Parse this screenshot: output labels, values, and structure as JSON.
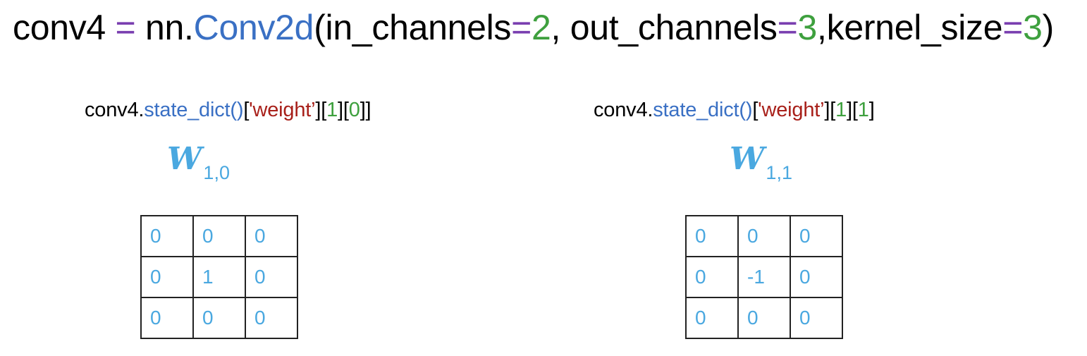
{
  "colors": {
    "text": "#000000",
    "operator": "#7a3fb0",
    "class_name": "#3a70c4",
    "number": "#3ea03e",
    "string": "#a8201a",
    "matrix_text": "#4aa8e0"
  },
  "headline": {
    "var": "conv4",
    "eq": "=",
    "module": "nn.",
    "class_name": "Conv2d",
    "open": "(",
    "arg1_name": "in_channels",
    "arg1_eq": "=",
    "arg1_val": "2",
    "sep1": ", ",
    "arg2_name": "out_channels",
    "arg2_eq": "=",
    "arg2_val": "3",
    "sep2": ",",
    "arg3_name": "kernel_size",
    "arg3_eq": "=",
    "arg3_val": "3",
    "close": ")"
  },
  "panels": [
    {
      "code": {
        "obj": "conv4.",
        "method": "state_dict",
        "call": "()",
        "lb1": "[",
        "key": "'weight’",
        "rb1": "]",
        "lb2": "[",
        "idx1": "1",
        "rb2": "]",
        "lb3": "[",
        "idx2": "0",
        "rb3": "]]"
      },
      "label": {
        "symbol": "W",
        "subscript": "1,0"
      },
      "matrix": [
        [
          "0",
          "0",
          "0"
        ],
        [
          "0",
          "1",
          "0"
        ],
        [
          "0",
          "0",
          "0"
        ]
      ]
    },
    {
      "code": {
        "obj": "conv4.",
        "method": "state_dict",
        "call": "()",
        "lb1": "[",
        "key": "'weight’",
        "rb1": "]",
        "lb2": "[",
        "idx1": "1",
        "rb2": "]",
        "lb3": "[",
        "idx2": "1",
        "rb3": "]"
      },
      "label": {
        "symbol": "W",
        "subscript": "1,1"
      },
      "matrix": [
        [
          "0",
          "0",
          "0"
        ],
        [
          "0",
          "-1",
          "0"
        ],
        [
          "0",
          "0",
          "0"
        ]
      ]
    }
  ]
}
